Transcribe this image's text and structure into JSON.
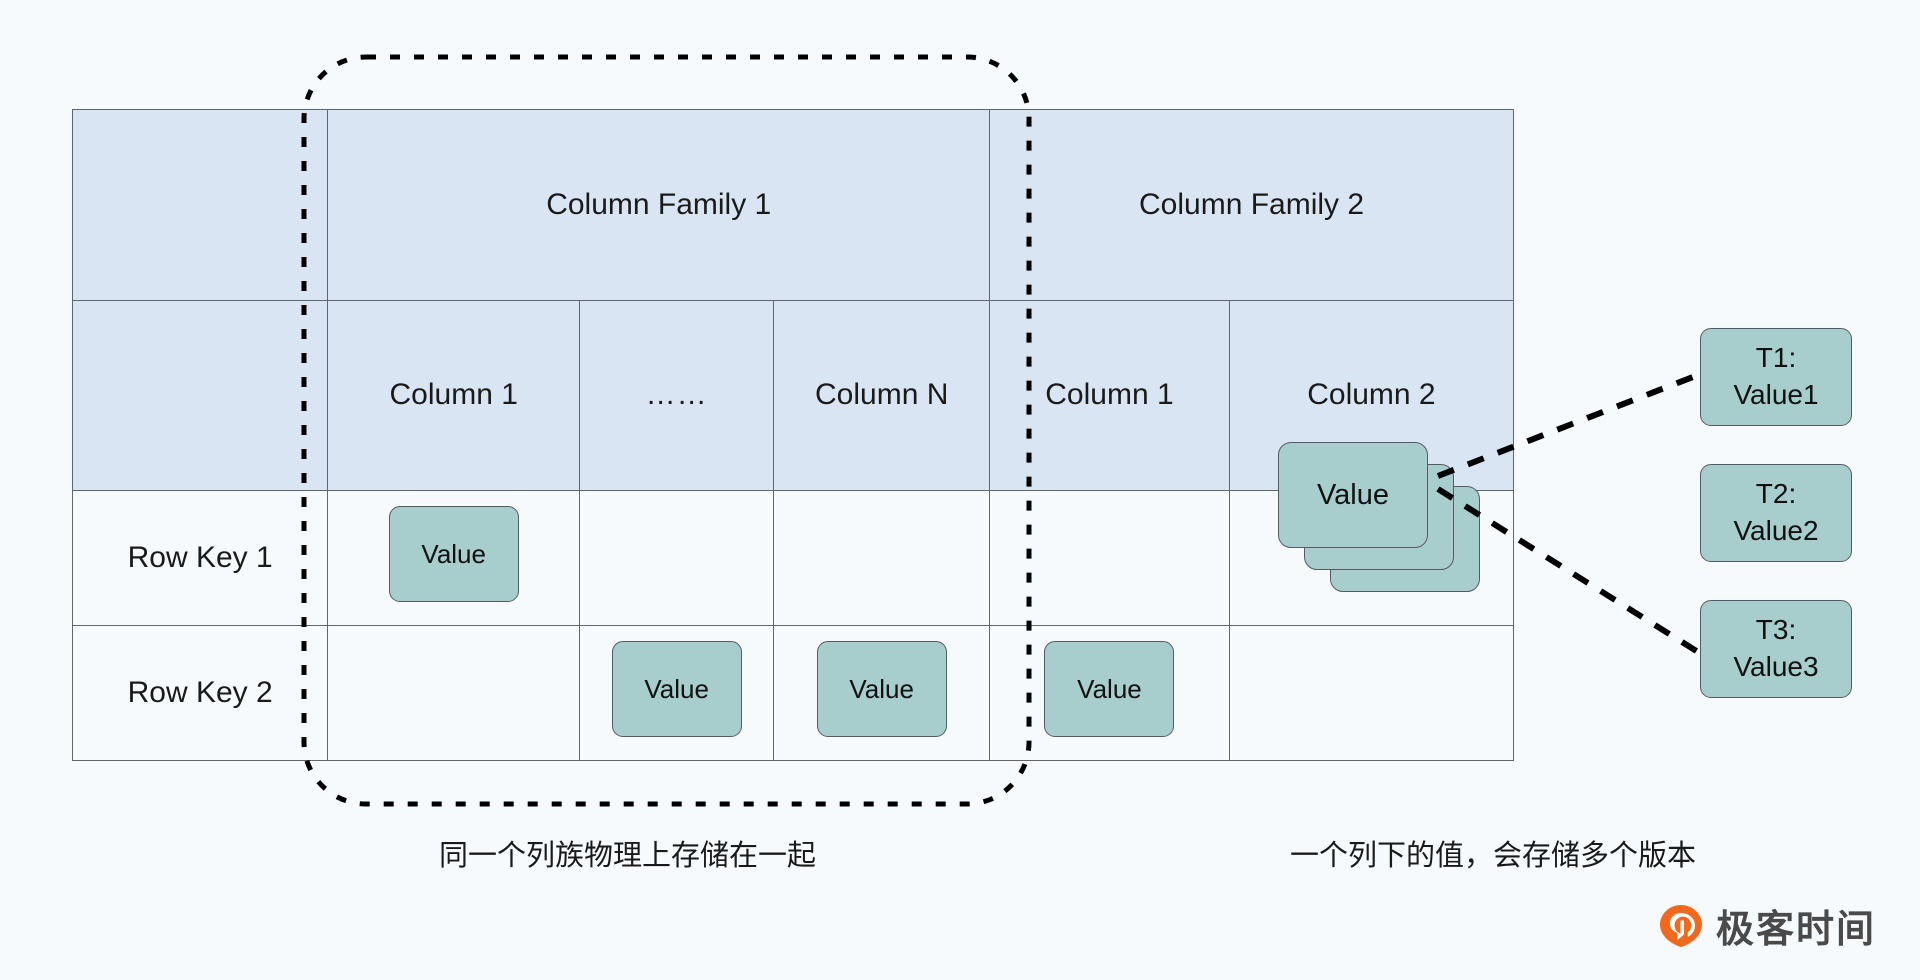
{
  "diagram": {
    "title": "HBase table storage model",
    "table": {
      "family_header_blank": "",
      "column_families": [
        {
          "label": "Column Family 1",
          "span": 3
        },
        {
          "label": "Column Family 2",
          "span": 2
        }
      ],
      "column_header_blank": "",
      "columns": [
        "Column 1",
        "……",
        "Column N",
        "Column 1",
        "Column 2"
      ],
      "rows": [
        {
          "row_key": "Row Key 1",
          "cells": [
            {
              "type": "value",
              "label": "Value"
            },
            {
              "type": "empty",
              "label": ""
            },
            {
              "type": "empty",
              "label": ""
            },
            {
              "type": "empty",
              "label": ""
            },
            {
              "type": "stacked-value",
              "label": "Value"
            }
          ]
        },
        {
          "row_key": "Row Key 2",
          "cells": [
            {
              "type": "empty",
              "label": ""
            },
            {
              "type": "value",
              "label": "Value"
            },
            {
              "type": "value",
              "label": "Value"
            },
            {
              "type": "value",
              "label": "Value"
            },
            {
              "type": "empty",
              "label": ""
            }
          ]
        }
      ]
    },
    "version_boxes": [
      {
        "timestamp": "T1:",
        "value": "Value1"
      },
      {
        "timestamp": "T2:",
        "value": "Value2"
      },
      {
        "timestamp": "T3:",
        "value": "Value3"
      }
    ],
    "captions": {
      "left": "同一个列族物理上存储在一起",
      "right": "一个列下的值，会存储多个版本"
    },
    "logo": {
      "text": "极客时间",
      "mark": "geektime-logo-icon"
    },
    "colors": {
      "background": "#f7fafc",
      "header_fill": "#d9e5f2",
      "value_fill": "#a8cdcd",
      "border": "#60666e",
      "dashed": "#000000",
      "logo_orange": "#ef6a1e"
    }
  }
}
